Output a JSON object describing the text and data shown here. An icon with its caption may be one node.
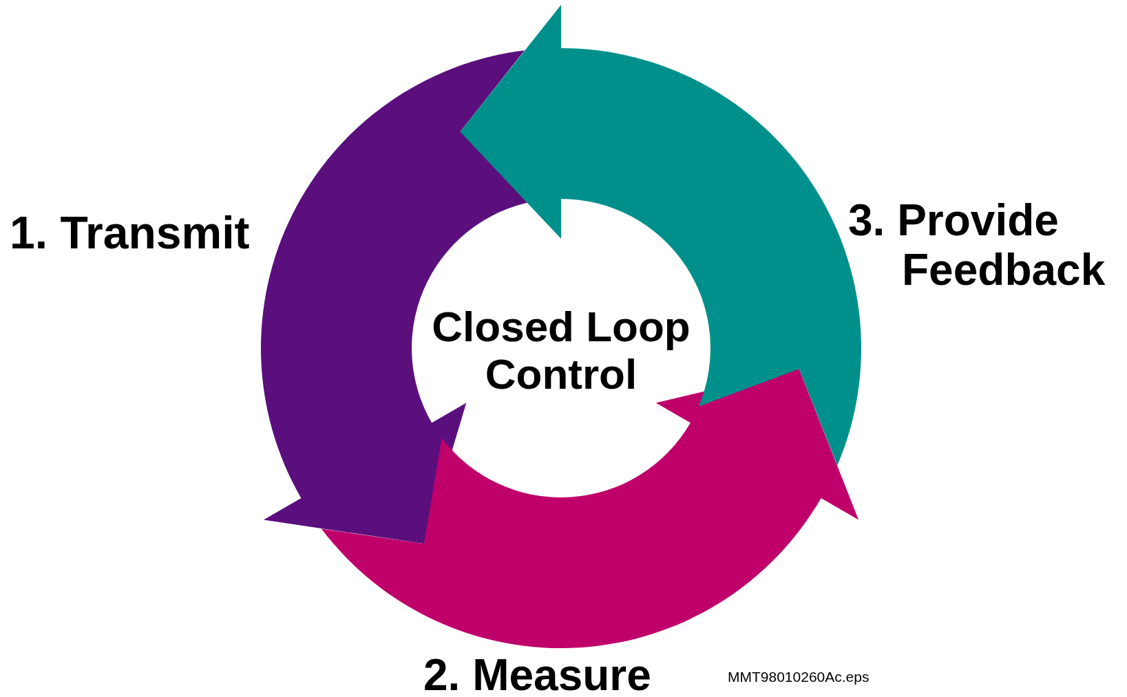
{
  "diagram": {
    "nodes": [
      {
        "text": [
          "1. Transmit"
        ]
      },
      {
        "text": [
          "3. Provide Feedback"
        ]
      },
      {
        "text": [
          "Closed Loop Control"
        ]
      },
      {
        "text": [
          "2. Measure"
        ]
      }
    ],
    "edges": [
      {
        "from": 0,
        "to": 3,
        "arrow": "to",
        "color": "#5a0f7d"
      },
      {
        "from": 3,
        "to": 1,
        "arrow": "to",
        "color": "#bf006b"
      },
      {
        "from": 1,
        "to": 0,
        "arrow": "to",
        "color": "#00908c"
      }
    ],
    "labels": [
      "MMT98010260Ac.eps"
    ]
  }
}
